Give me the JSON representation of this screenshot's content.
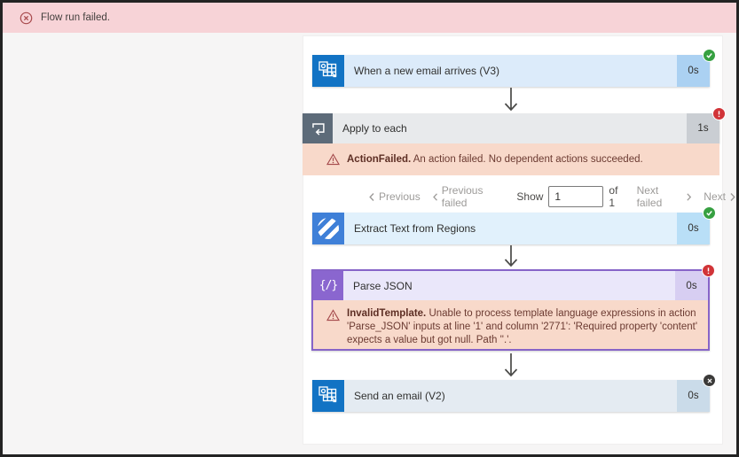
{
  "banner": {
    "text": "Flow run failed.",
    "icon": "error-circle-x-icon",
    "bg_color": "#f7d3d7"
  },
  "colors": {
    "success_green": "#36a041",
    "error_red": "#d13438",
    "skipped_dark": "#3b3a39",
    "outlook_blue": "#1273c4",
    "loop_slate": "#5d6b79",
    "ai_builder_blue": "#3f80d8",
    "json_purple": "#8a66cf",
    "parse_border_purple": "#8764c8",
    "error_band_salmon": "#f8d9ca"
  },
  "flow": {
    "trigger": {
      "title": "When a new email arrives (V3)",
      "duration": "0s",
      "status": "succeeded",
      "icon": "outlook-icon"
    },
    "scope": {
      "title": "Apply to each",
      "duration": "1s",
      "status": "failed",
      "icon": "loop-icon",
      "error_code": "ActionFailed.",
      "error_text": " An action failed. No dependent actions succeeded.",
      "pagination": {
        "previous": "Previous",
        "previous_failed": "Previous failed",
        "show_label": "Show",
        "page_value": "1",
        "of_label": "of 1",
        "next_failed": "Next failed",
        "next": "Next"
      }
    },
    "extract": {
      "title": "Extract Text from Regions",
      "duration": "0s",
      "status": "succeeded",
      "icon": "diagonal-stripes-icon"
    },
    "parse": {
      "title": "Parse JSON",
      "duration": "0s",
      "status": "failed",
      "icon": "json-braces-icon",
      "error_code": "InvalidTemplate.",
      "error_text": " Unable to process template language expressions in action 'Parse_JSON' inputs at line '1' and column '2771': 'Required property 'content' expects a value but got null. Path ''.'."
    },
    "send": {
      "title": "Send an email (V2)",
      "duration": "0s",
      "status": "skipped",
      "icon": "outlook-icon"
    }
  }
}
